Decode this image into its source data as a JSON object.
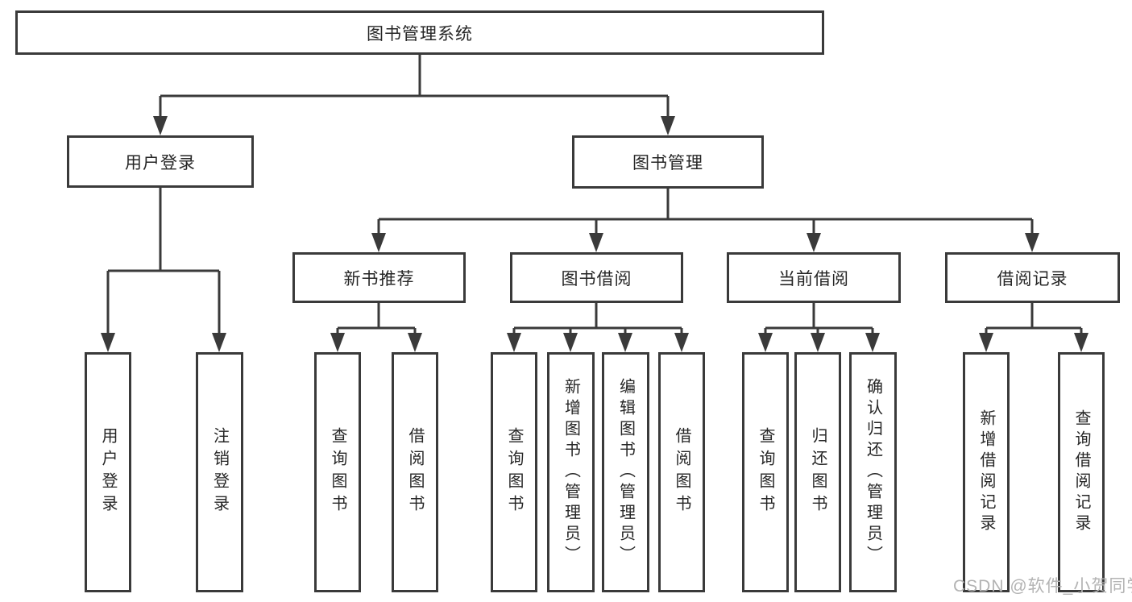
{
  "tree": {
    "root": "图书管理系统",
    "branches": [
      {
        "label": "用户登录",
        "children": [
          "用户登录",
          "注销登录"
        ]
      },
      {
        "label": "图书管理",
        "children": [
          {
            "label": "新书推荐",
            "children": [
              "查询图书",
              "借阅图书"
            ]
          },
          {
            "label": "图书借阅",
            "children": [
              "查询图书",
              "新增图书（管理员）",
              "编辑图书（管理员）",
              "借阅图书"
            ]
          },
          {
            "label": "当前借阅",
            "children": [
              "查询图书",
              "归还图书",
              "确认归还（管理员）"
            ]
          },
          {
            "label": "借阅记录",
            "children": [
              "新增借阅记录",
              "查询借阅记录"
            ]
          }
        ]
      }
    ]
  },
  "watermark": "CSDN @软件_小贺同学",
  "colors": {
    "line": "#3a3a3a",
    "text": "#262626",
    "background": "#ffffff",
    "watermark": "#b3b3b3"
  }
}
